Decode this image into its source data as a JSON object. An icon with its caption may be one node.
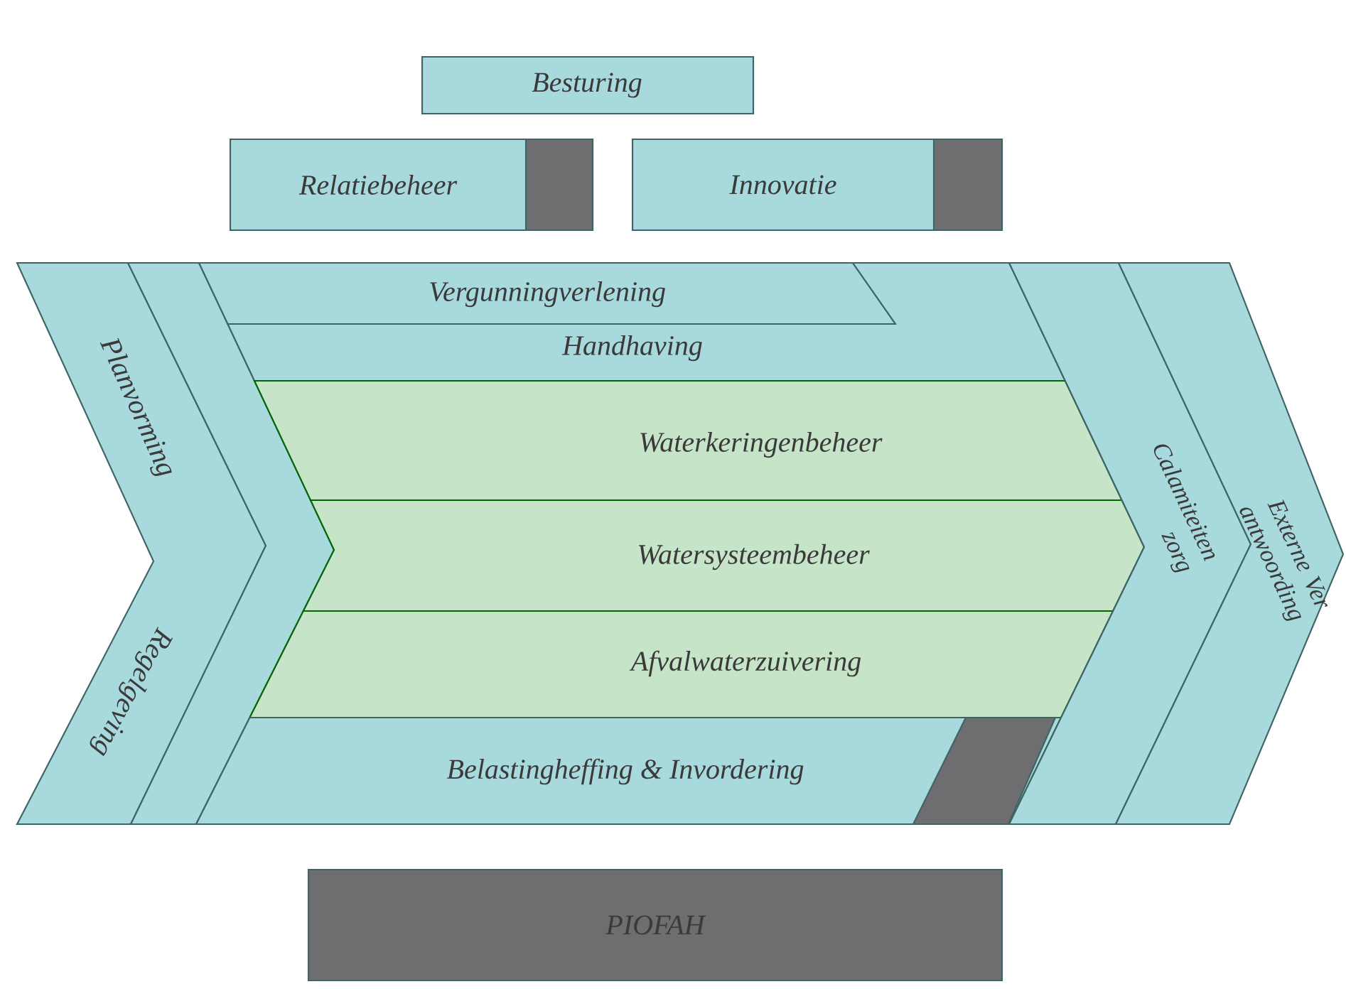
{
  "diagram": {
    "nodes": [
      {
        "text": [
          "Besturing"
        ]
      },
      {
        "text": [
          "Relatiebeheer"
        ]
      },
      {
        "text": [],
        "shape": "box",
        "in": 1
      },
      {
        "text": [
          "Innovatie"
        ]
      },
      {
        "text": [],
        "shape": "box",
        "in": 3
      },
      {
        "text": [
          "Planvorming",
          "Regelgeving"
        ]
      },
      {
        "text": [],
        "shape": "chevron"
      },
      {
        "text": [
          "Vergunningverlening"
        ]
      },
      {
        "text": [
          "Handhaving"
        ]
      },
      {
        "text": [
          "Waterkeringenbeheer"
        ]
      },
      {
        "text": [
          "Watersysteembeheer"
        ]
      },
      {
        "text": [
          "Afvalwaterzuivering"
        ]
      },
      {
        "text": [
          "Belastingheffing & Invordering"
        ]
      },
      {
        "text": [],
        "shape": "parallelogram",
        "in": 12
      },
      {
        "text": [
          "Calamiteiten zorg"
        ]
      },
      {
        "text": [
          "Externe Ver antwoording"
        ]
      },
      {
        "text": [
          "PIOFAH"
        ]
      }
    ]
  }
}
